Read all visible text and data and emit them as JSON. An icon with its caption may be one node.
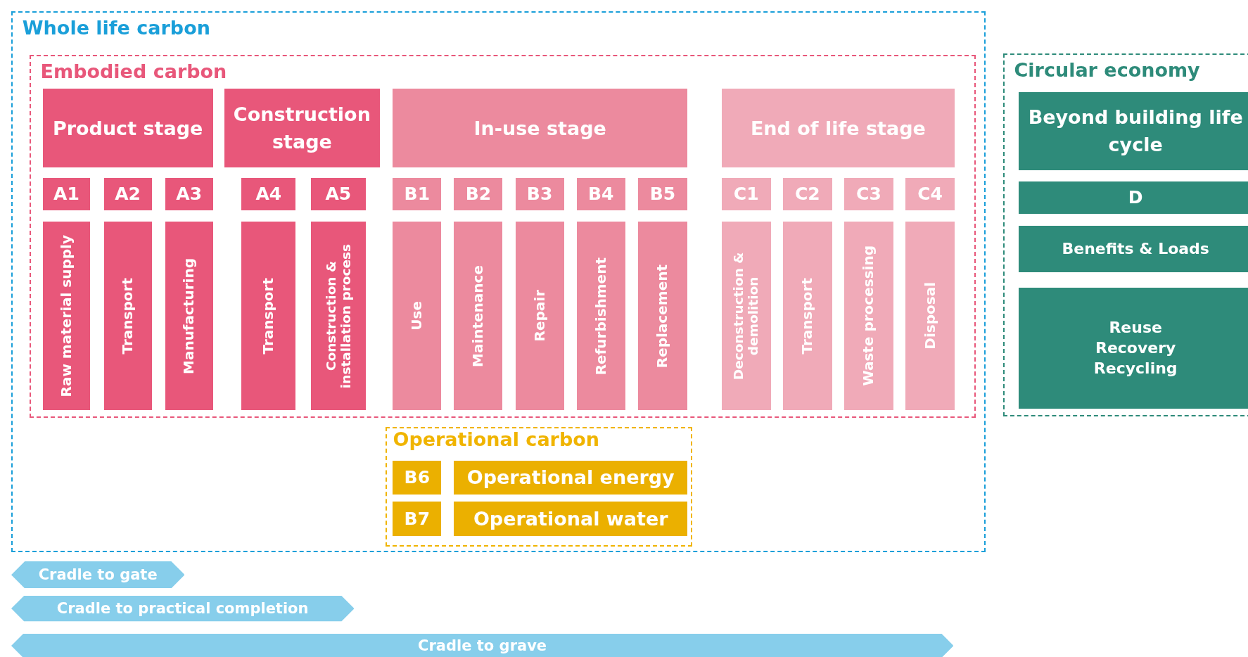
{
  "diagram": {
    "nodes": [
      {
        "text": [
          "Whole life carbon"
        ]
      },
      {
        "text": [
          "Embodied carbon"
        ],
        "in": 0
      },
      {
        "text": [
          "Product stage"
        ],
        "in": 1
      },
      {
        "text": [
          "Construction stage"
        ],
        "in": 1
      },
      {
        "text": [
          "In-use stage"
        ],
        "in": 1
      },
      {
        "text": [
          "End of life stage"
        ],
        "in": 1
      },
      {
        "text": [
          "A1"
        ],
        "in": 1
      },
      {
        "text": [
          "A2"
        ],
        "in": 1
      },
      {
        "text": [
          "A3"
        ],
        "in": 1
      },
      {
        "text": [
          "A4"
        ],
        "in": 1
      },
      {
        "text": [
          "A5"
        ],
        "in": 1
      },
      {
        "text": [
          "B1"
        ],
        "in": 1
      },
      {
        "text": [
          "B2"
        ],
        "in": 1
      },
      {
        "text": [
          "B3"
        ],
        "in": 1
      },
      {
        "text": [
          "B4"
        ],
        "in": 1
      },
      {
        "text": [
          "B5"
        ],
        "in": 1
      },
      {
        "text": [
          "C1"
        ],
        "in": 1
      },
      {
        "text": [
          "C2"
        ],
        "in": 1
      },
      {
        "text": [
          "C3"
        ],
        "in": 1
      },
      {
        "text": [
          "C4"
        ],
        "in": 1
      },
      {
        "text": [
          "Raw material supply"
        ],
        "in": 1
      },
      {
        "text": [
          "Transport"
        ],
        "in": 1
      },
      {
        "text": [
          "Manufacturing"
        ],
        "in": 1
      },
      {
        "text": [
          "Transport"
        ],
        "in": 1
      },
      {
        "text": [
          "Construction & installation process"
        ],
        "in": 1
      },
      {
        "text": [
          "Use"
        ],
        "in": 1
      },
      {
        "text": [
          "Maintenance"
        ],
        "in": 1
      },
      {
        "text": [
          "Repair"
        ],
        "in": 1
      },
      {
        "text": [
          "Refurbishment"
        ],
        "in": 1
      },
      {
        "text": [
          "Replacement"
        ],
        "in": 1
      },
      {
        "text": [
          "Deconstruction & demolition"
        ],
        "in": 1
      },
      {
        "text": [
          "Transport"
        ],
        "in": 1
      },
      {
        "text": [
          "Waste processing"
        ],
        "in": 1
      },
      {
        "text": [
          "Disposal"
        ],
        "in": 1
      },
      {
        "text": [
          "Operational carbon"
        ],
        "in": 0
      },
      {
        "text": [
          "B6"
        ],
        "in": 34
      },
      {
        "text": [
          "Operational energy"
        ],
        "in": 34
      },
      {
        "text": [
          "B7"
        ],
        "in": 34
      },
      {
        "text": [
          "Operational water"
        ],
        "in": 34
      },
      {
        "text": [
          "Circular economy"
        ]
      },
      {
        "text": [
          "Beyond building life cycle"
        ],
        "in": 39
      },
      {
        "text": [
          "D"
        ],
        "in": 39
      },
      {
        "text": [
          "Benefits & Loads"
        ],
        "in": 39
      },
      {
        "text": [
          "Reuse Recovery Recycling"
        ],
        "in": 39
      },
      {
        "text": [
          "Cradle to gate"
        ]
      },
      {
        "text": [
          "Cradle to practical completion"
        ]
      },
      {
        "text": [
          "Cradle to grave"
        ]
      }
    ]
  }
}
